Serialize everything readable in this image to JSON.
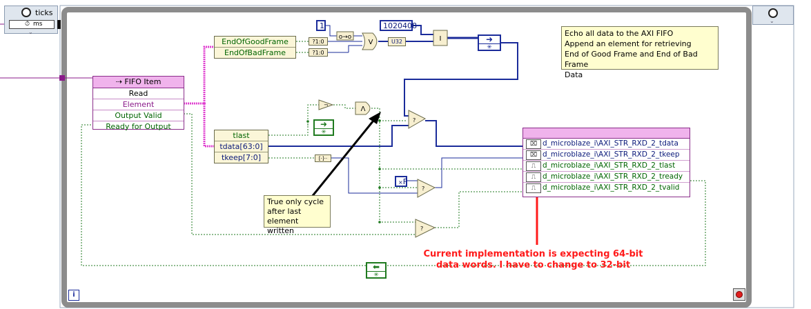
{
  "ticks_node": {
    "label": "ticks",
    "icon": "clock-icon",
    "sub_icon": "timer-icon",
    "sub_label": "ms"
  },
  "fifo": {
    "title": "FIFO Item",
    "rows": [
      "Read",
      "Element",
      "Output Valid",
      "Ready for Output"
    ]
  },
  "cluster_top": {
    "rows": [
      "EndOfGoodFrame",
      "EndOfBadFrame"
    ]
  },
  "cluster_bottom": {
    "rows": [
      "tlast",
      "tdata[63:0]",
      "tkeep[7:0]"
    ]
  },
  "constants": {
    "one": "1",
    "big": "1020408",
    "false_const": "F",
    "u32": "U32",
    "bool_to_num": "?1:0"
  },
  "io_block": {
    "rows": [
      "d_microblaze_i\\AXI_STR_RXD_2_tdata",
      "d_microblaze_i\\AXI_STR_RXD_2_tkeep",
      "d_microblaze_i\\AXI_STR_RXD_2_tlast",
      "d_microblaze_i\\AXI_STR_RXD_2_tready",
      "d_microblaze_i\\AXI_STR_RXD_2_tvalid"
    ],
    "row_colors": [
      "#0b1a7a",
      "#0b1a7a",
      "#006400",
      "#006400",
      "#006400"
    ]
  },
  "comment_top": {
    "lines": [
      "Echo all data to the AXI FIFO",
      "Append an element for retrieving",
      "End of Good Frame and End of Bad Frame",
      "Data"
    ]
  },
  "comment_mid": {
    "lines": [
      "True only cycle",
      "after last element",
      "written"
    ]
  },
  "red_comment": {
    "lines": [
      "Current implementation is expecting 64-bit",
      "data words.  I have to change to 32-bit"
    ]
  },
  "loop": {
    "iteration_label": "i"
  },
  "colors": {
    "bool_wire": "#1f7a1f",
    "int_wire": "#1a2b9a",
    "cluster_wire": "#e040d0",
    "loop_border": "#8c8c8c",
    "annotation_red": "#ff1a1a"
  }
}
